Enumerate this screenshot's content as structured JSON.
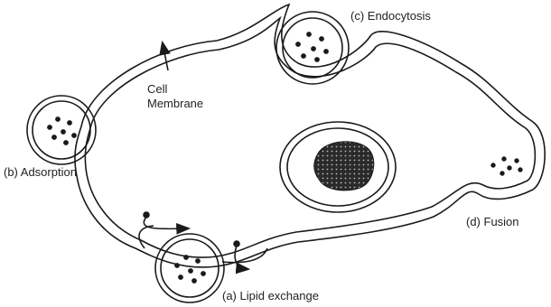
{
  "labels": {
    "endocytosis": "(c)  Endocytosis",
    "membrane_line1": "Cell",
    "membrane_line2": "Membrane",
    "adsorption": "(b) Adsorption",
    "fusion": "(d)  Fusion",
    "lipid_exchange": "(a)  Lipid exchange"
  },
  "colors": {
    "stroke": "#1a1a1a",
    "nucleus_fill": "#3a3a3a",
    "background": "#ffffff"
  }
}
